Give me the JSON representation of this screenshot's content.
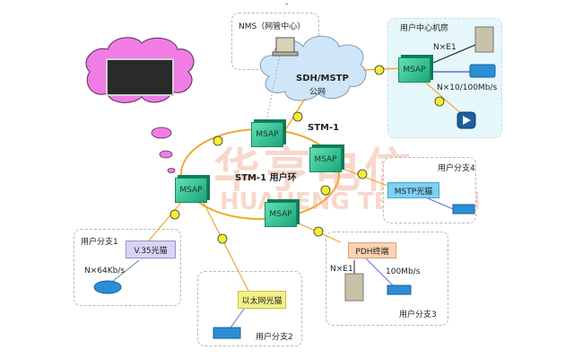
{
  "diagram": {
    "title_mark": "-",
    "watermark": {
      "cn": "华亨电信",
      "en": "HUAHENG TELECOM"
    },
    "cloud": {
      "line1": "SDH/MSTP",
      "line2": "公网"
    },
    "nms": {
      "label": "NMS（网管中心）"
    },
    "ring": {
      "label": "STM-1 用户环",
      "uplink_label": "STM-1"
    },
    "msap_label": "MSAP",
    "center_room": {
      "title": "用户中心机房",
      "msap": "MSAP",
      "link_e1": "N×E1",
      "link_eth": "N×10/100Mb/s"
    },
    "branches": [
      {
        "title": "用户分支1",
        "device": "V.35光猫",
        "link": "N×64Kb/s"
      },
      {
        "title": "用户分支2",
        "device": "以太网光猫"
      },
      {
        "title": "用户分支3",
        "device": "PDH终端",
        "link_e1": "N×E1",
        "link_eth": "100Mb/s"
      },
      {
        "title": "用户分支4",
        "device": "MSTP光猫"
      }
    ],
    "colors": {
      "msap": "#2bbf8c",
      "link_orange": "#f0a830",
      "link_blue": "#5b6fd8",
      "thought_bubble": "#f07de6",
      "cloud": "#cfe6f8",
      "center_panel": "#e6f7fb",
      "v35_box": "#d9d4f5",
      "eth_box": "#f3f08a",
      "pdh_box": "#fbd3b4",
      "mstp_box": "#7fd0f2"
    }
  }
}
